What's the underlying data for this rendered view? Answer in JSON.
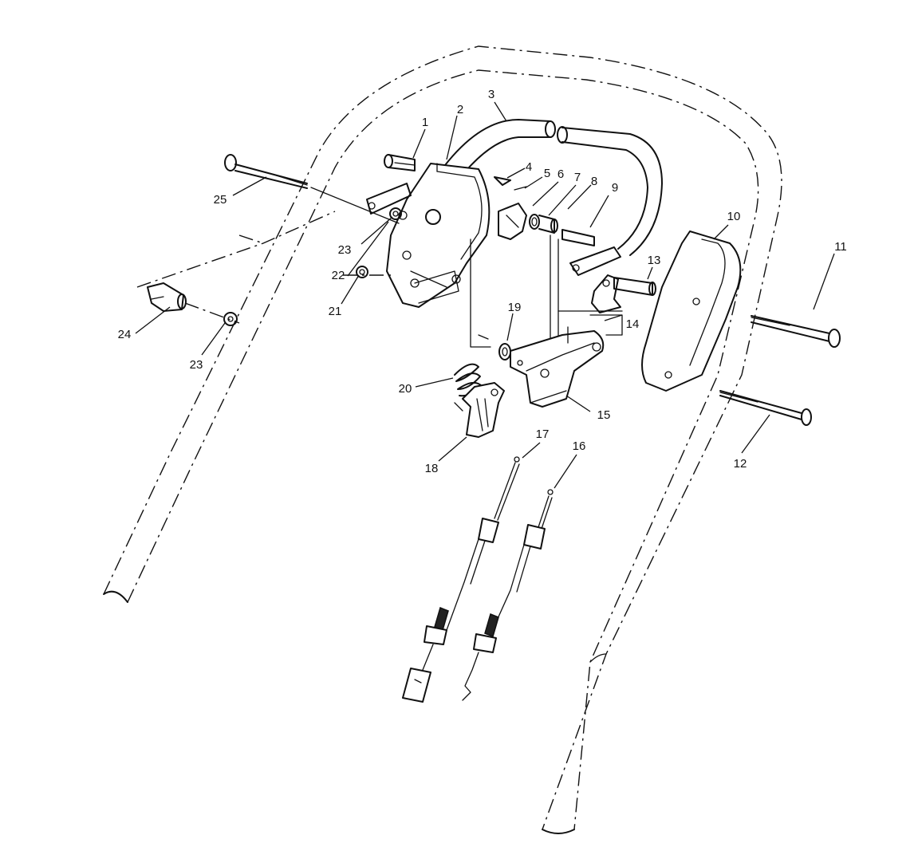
{
  "callouts": [
    {
      "id": "1",
      "text": "1"
    },
    {
      "id": "2",
      "text": "2"
    },
    {
      "id": "3",
      "text": "3"
    },
    {
      "id": "4",
      "text": "4"
    },
    {
      "id": "5",
      "text": "5"
    },
    {
      "id": "6",
      "text": "6"
    },
    {
      "id": "7",
      "text": "7"
    },
    {
      "id": "8",
      "text": "8"
    },
    {
      "id": "9",
      "text": "9"
    },
    {
      "id": "10",
      "text": "10"
    },
    {
      "id": "11",
      "text": "11"
    },
    {
      "id": "12",
      "text": "12"
    },
    {
      "id": "13",
      "text": "13"
    },
    {
      "id": "14",
      "text": "14"
    },
    {
      "id": "15",
      "text": "15"
    },
    {
      "id": "16",
      "text": "16"
    },
    {
      "id": "17",
      "text": "17"
    },
    {
      "id": "18",
      "text": "18"
    },
    {
      "id": "19",
      "text": "19"
    },
    {
      "id": "20",
      "text": "20"
    },
    {
      "id": "21",
      "text": "21"
    },
    {
      "id": "22",
      "text": "22"
    },
    {
      "id": "23a",
      "text": "23"
    },
    {
      "id": "23b",
      "text": "23"
    },
    {
      "id": "24",
      "text": "24"
    },
    {
      "id": "25",
      "text": "25"
    }
  ]
}
